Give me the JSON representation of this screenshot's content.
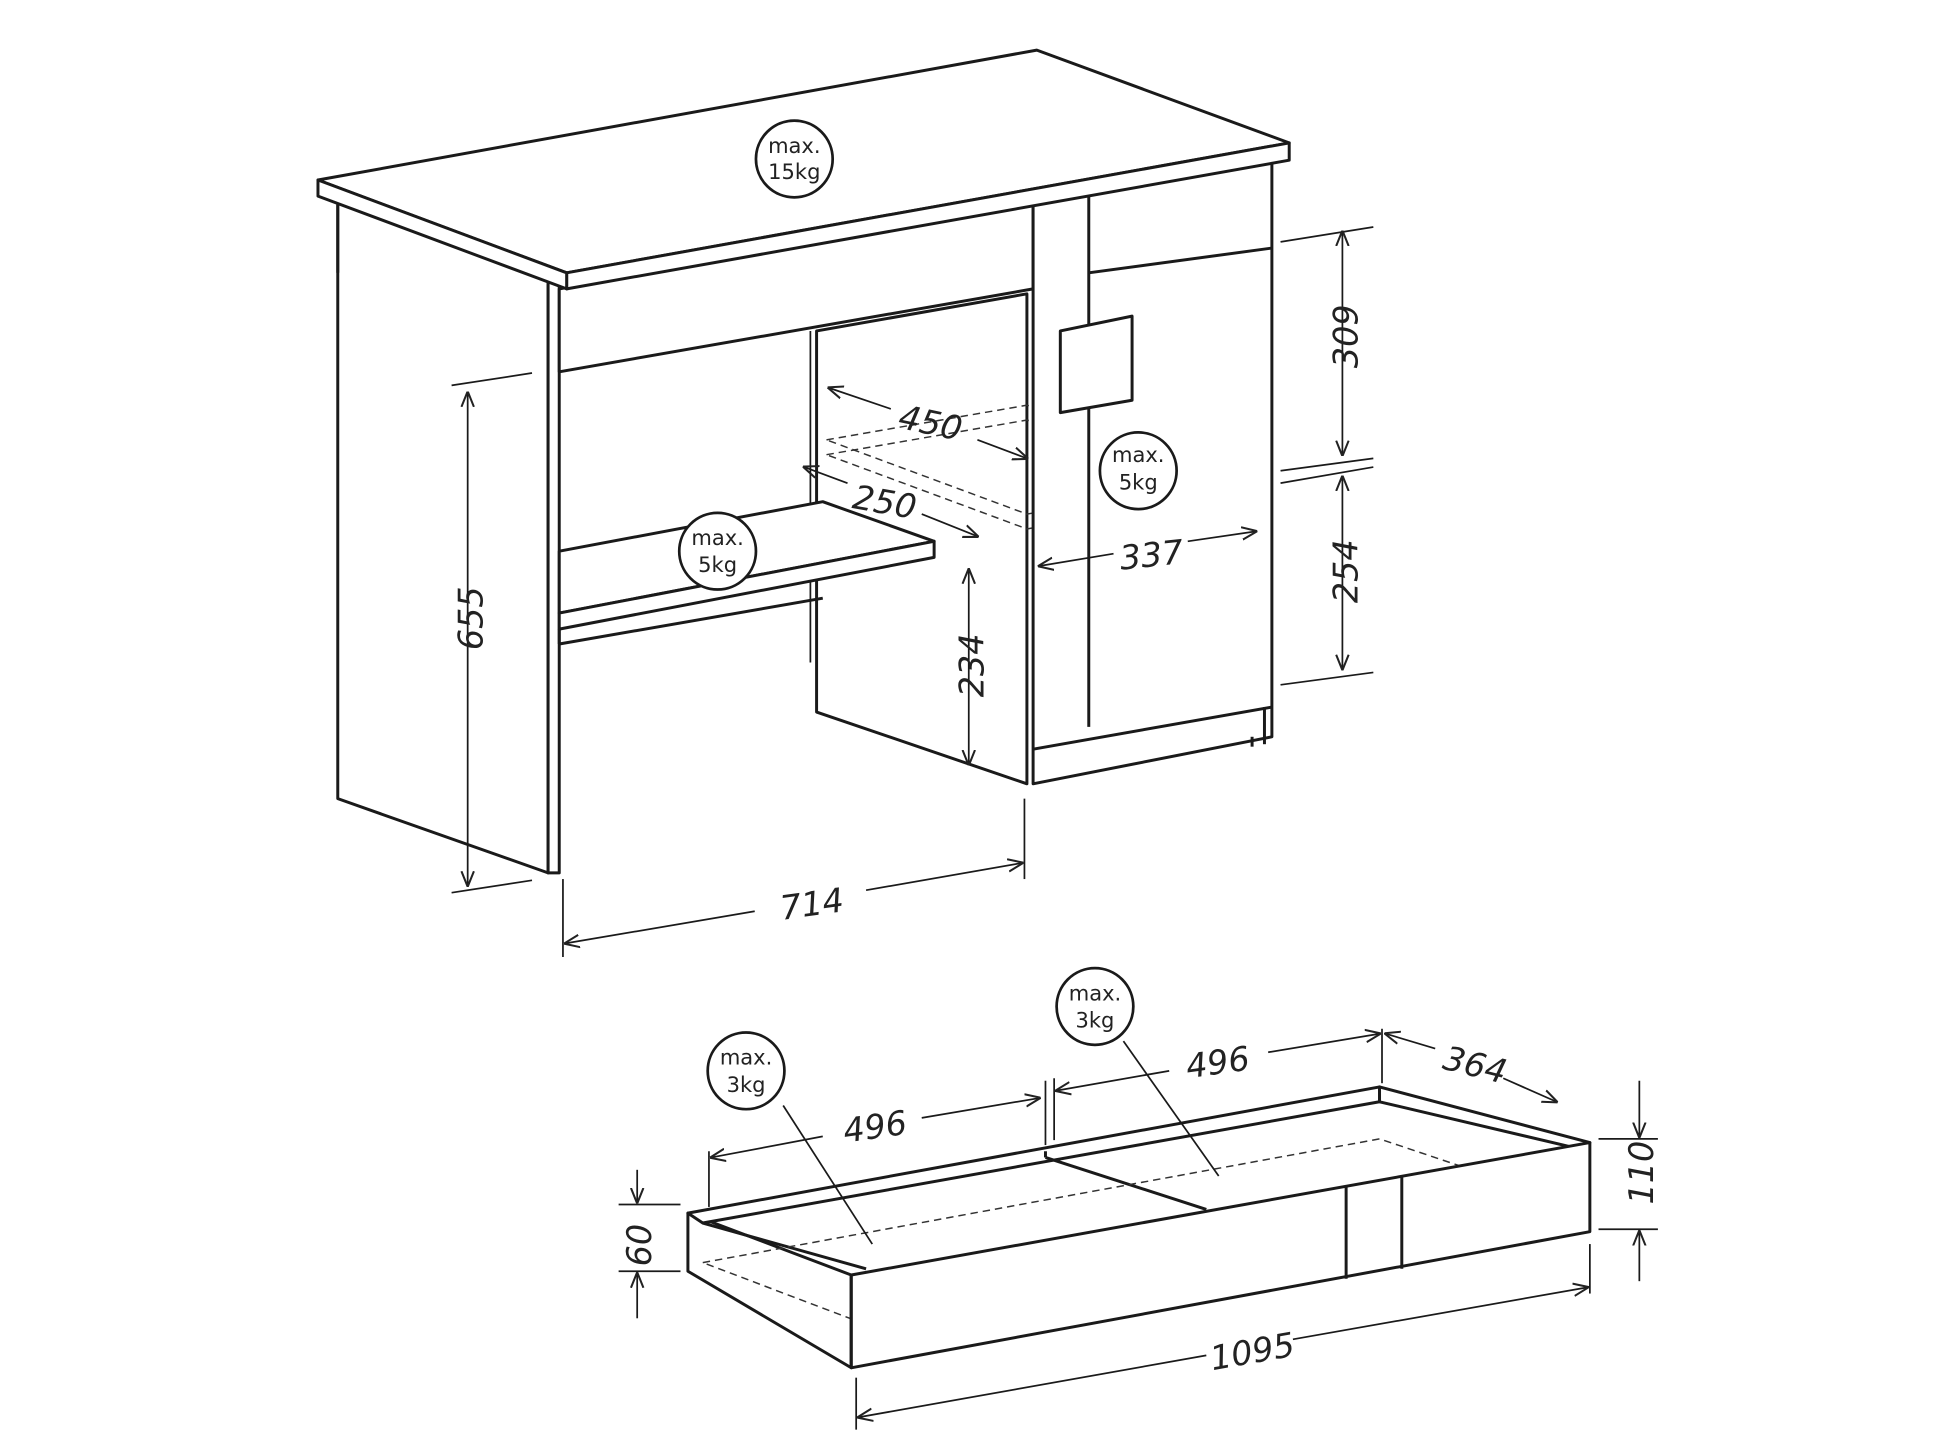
{
  "desk": {
    "top_load": {
      "line1": "max.",
      "line2": "15kg"
    },
    "shelf_load": {
      "line1": "max.",
      "line2": "5kg"
    },
    "cabinet_shelf_load": {
      "line1": "max.",
      "line2": "5kg"
    },
    "dimensions": {
      "cabinet_upper_height": "309",
      "cabinet_shelf_width": "450",
      "keyboard_shelf_depth": "250",
      "cabinet_inner_width": "337",
      "cabinet_lower_height": "254",
      "leg_height": "655",
      "shelf_clearance": "234",
      "knee_width": "714"
    }
  },
  "drawer": {
    "left_load": {
      "line1": "max.",
      "line2": "3kg"
    },
    "right_load": {
      "line1": "max.",
      "line2": "3kg"
    },
    "dimensions": {
      "left_compartment": "496",
      "right_compartment": "496",
      "depth": "364",
      "height_front": "110",
      "height_side": "60",
      "length": "1095"
    }
  }
}
